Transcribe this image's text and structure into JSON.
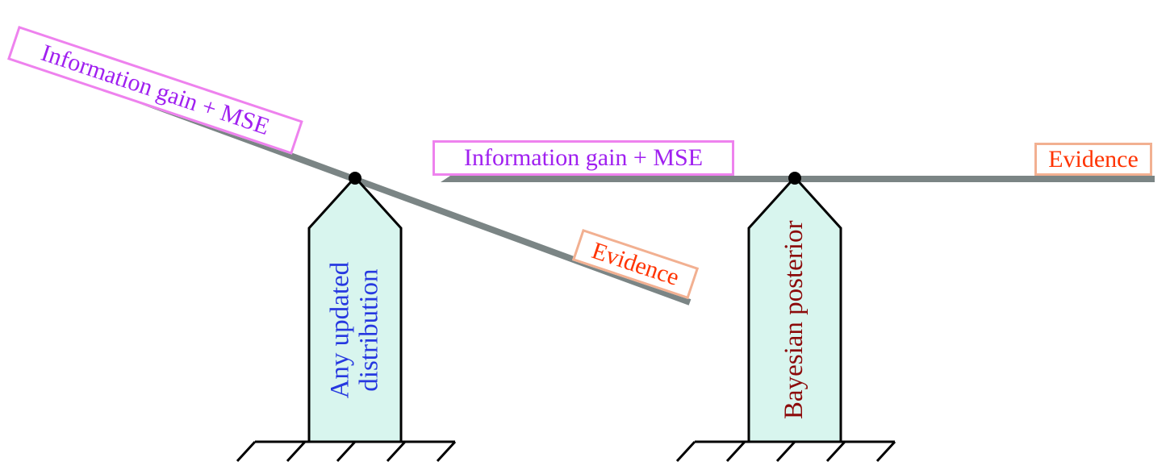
{
  "diagram": {
    "title_hint": "Balance seesaw comparison diagram",
    "left_scale": {
      "beam_high_label": "Information gain + MSE",
      "beam_low_label": "Evidence",
      "pedestal_label_line1": "Any updated",
      "pedestal_label_line2": "distribution",
      "state": "tilted"
    },
    "right_scale": {
      "beam_left_label": "Information gain + MSE",
      "beam_right_label": "Evidence",
      "pedestal_label": "Bayesian posterior",
      "state": "balanced"
    },
    "colors": {
      "info_gain_text": "#a020f0",
      "info_gain_border": "#ee82ee",
      "evidence_text": "#ff3300",
      "evidence_border": "#f2b091",
      "left_pedestal_text": "#2638e0",
      "right_pedestal_text": "#8c0a0a",
      "pedestal_fill": "#d8f5ee",
      "beam_gray": "#7b8585",
      "ink": "#000000"
    }
  }
}
